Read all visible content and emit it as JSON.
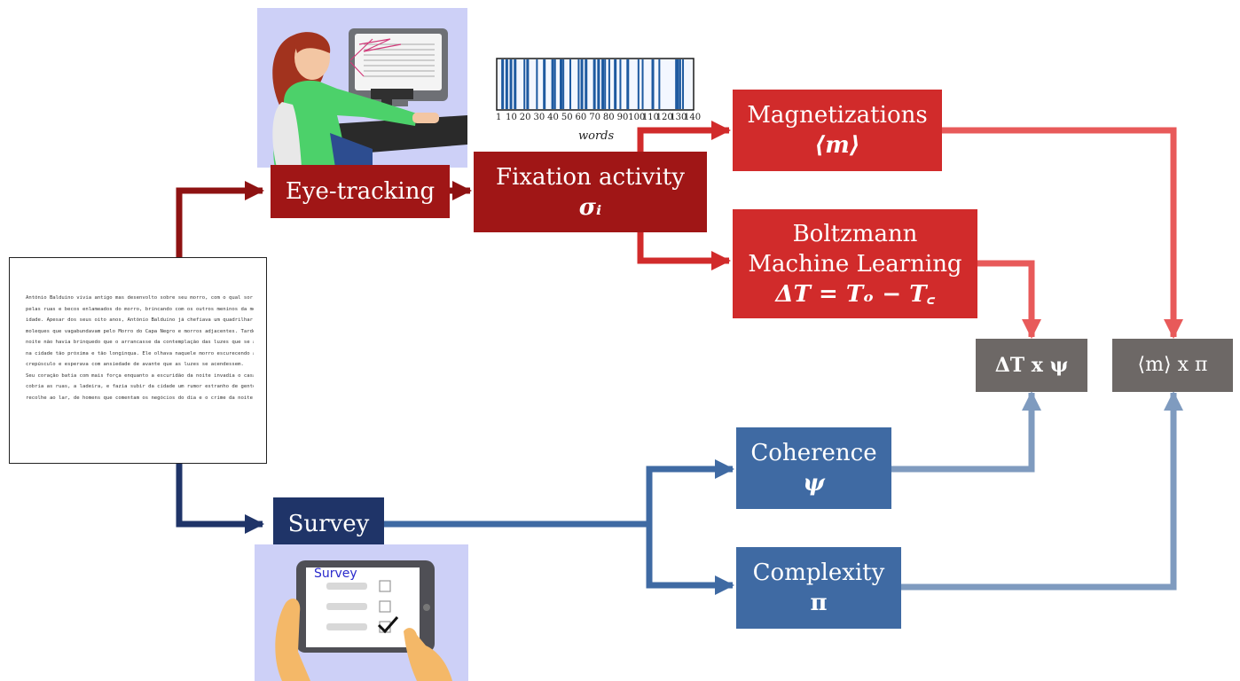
{
  "boxes": {
    "eye_tracking": "Eye-tracking",
    "fixation": {
      "line1": "Fixation activity",
      "line2": "σᵢ"
    },
    "magnetizations": {
      "line1": "Magnetizations",
      "line2": "⟨m⟩"
    },
    "boltzmann": {
      "line1": "Boltzmann",
      "line2": "Machine Learning",
      "line3": "ΔT = Tₒ − T꜀"
    },
    "survey": "Survey",
    "coherence": {
      "line1": "Coherence",
      "line2": "ψ"
    },
    "complexity": {
      "line1": "Complexity",
      "line2": "π"
    },
    "delta_t_psi": "ΔT x ψ",
    "m_pi": "⟨m⟩ x π"
  },
  "words_chart": {
    "ticks": [
      "1",
      "10",
      "20",
      "30",
      "40",
      "50",
      "60",
      "70",
      "80",
      "90",
      "100",
      "110",
      "120",
      "130",
      "140"
    ],
    "xlabel": "words"
  },
  "survey_tablet": {
    "title": "Survey"
  },
  "colors": {
    "dark_red": "#a01616",
    "red": "#d12b2b",
    "light_red": "#e85a5a",
    "blue": "#3f6aa3",
    "dark_blue": "#1f3468",
    "light_blue": "#7f9bbf",
    "grey": "#6d6866",
    "panel": "#cdd0f7"
  },
  "document_text": [
    "Antônio Balduíno vivia antigo mas desenvolto sobre seu morro, com o qual sorria",
    "pelas ruas e becos enlameados do morro, brincando com os outros meninos da mesma",
    "idade.  Apesar dos seus oito anos, Antônio Balduíno já chefiava um quadrilhar de",
    "moleques que vagabundavam pelo Morro do Capa Negro e morros adjacentes.  Tarde da",
    "noite não havia brinquedo que o arrancasse da contemplação das luzes que se acendiam",
    "na cidade tão próxima e tão longínqua.  Ele olhava naquele morro escurecendo à boca do",
    "crepúsculo e esperava com ansiedade de avante que as luzes se acendessem.",
    "Seu coração batia com mais força enquanto a escuridão da noite invadia o casario,",
    "cobria as ruas, a ladeira, e fazia subir da cidade um rumor estranho de gente que se",
    "recolhe ao lar, de homens que comentam os negócios do dia e o crime da noite passada."
  ]
}
